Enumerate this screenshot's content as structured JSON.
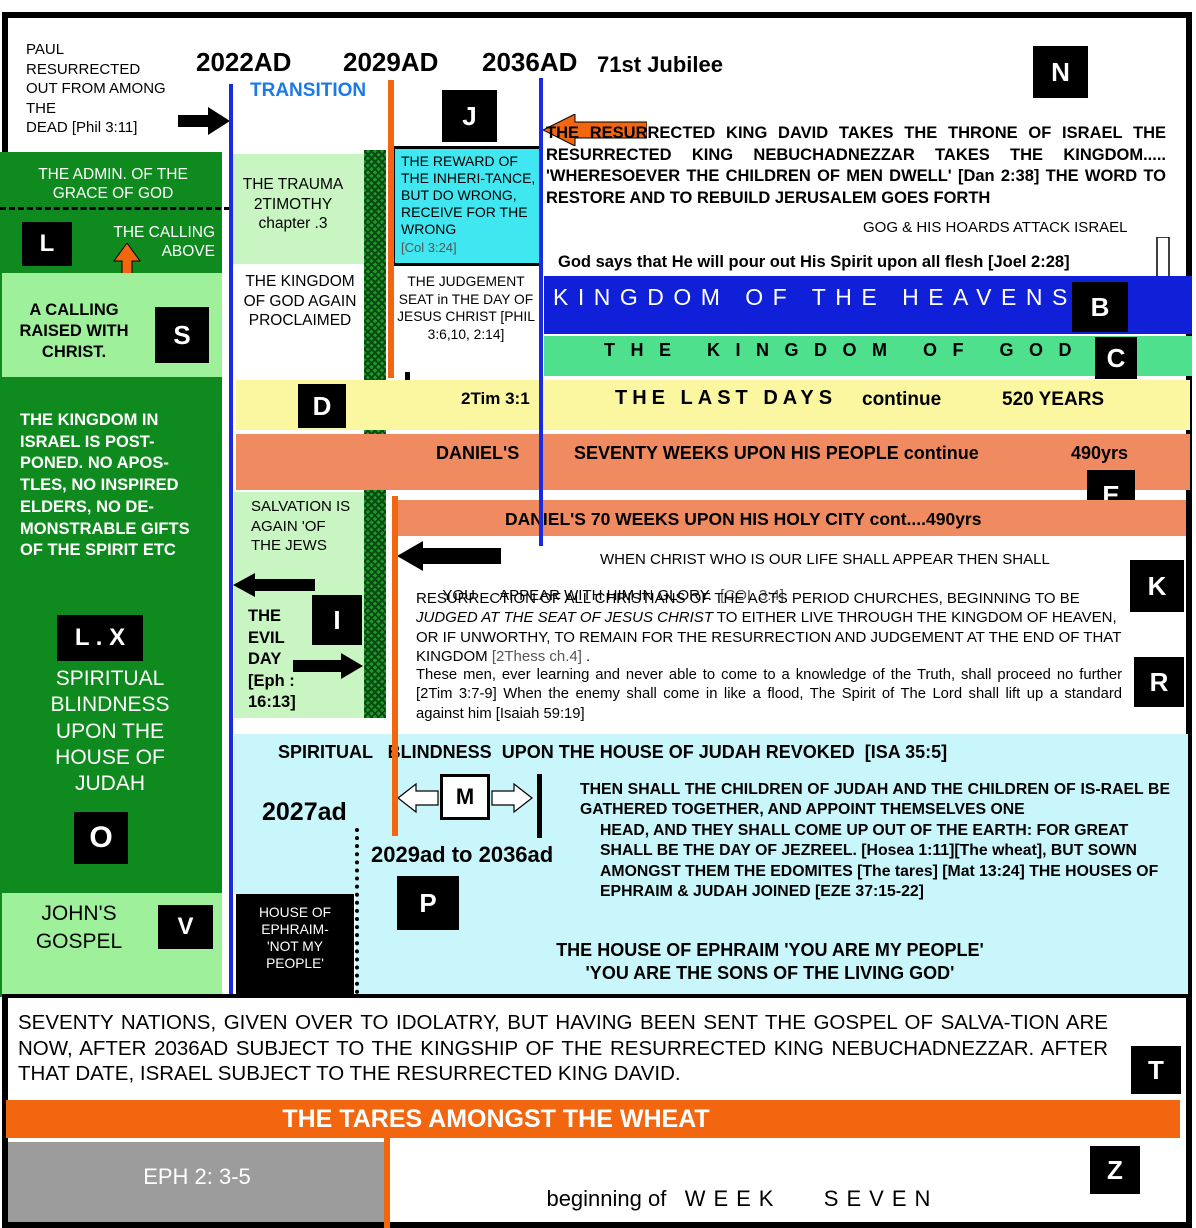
{
  "top": {
    "paul_note": "PAUL\nRESURRECTED\nOUT FROM AMONG\nTHE\nDEAD [Phil 3:11]",
    "year_2022": "2022AD",
    "year_2029": "2029AD",
    "year_2036": "2036AD",
    "jubilee": "71st Jubilee",
    "transition": "TRANSITION",
    "label_n": "N",
    "label_j": "J",
    "throne_text": "THE RESURRECTED KING DAVID TAKES THE THRONE OF ISRAEL   THE RESURRECTED KING  NEBUCHADNEZZAR TAKES THE KINGDOM.....  'WHERESOEVER THE CHILDREN OF MEN DWELL' [Dan 2:38]  THE WORD TO RESTORE AND TO REBUILD JERUSALEM GOES FORTH",
    "gog": "GOG & HIS HOARDS ATTACK ISRAEL",
    "joel": "God says that He will pour out His Spirit upon all flesh [Joel 2:28]"
  },
  "left": {
    "admin_grace": "THE ADMIN. OF THE GRACE OF GOD",
    "label_l": "L",
    "calling_above": "THE CALLING ABOVE",
    "calling_raised": "A CALLING RAISED WITH CHRIST.",
    "label_s": "S",
    "kingdom_postponed": "THE KINGDOM IN ISRAEL IS POST-PONED. NO APOS-TLES, NO INSPIRED ELDERS, NO DE-MONSTRABLE GIFTS OF THE SPIRIT ETC",
    "label_lx": "L . X",
    "spiritual_blindness": "SPIRITUAL BLINDNESS UPON THE HOUSE OF JUDAH",
    "label_o": "O",
    "johns_gospel": "JOHN'S GOSPEL",
    "label_v": "V"
  },
  "middle": {
    "trauma": "THE TRAUMA 2TIMOTHY chapter .3",
    "kingdom_again": "THE KINGDOM OF GOD AGAIN PROCLAIMED",
    "label_d": "D",
    "salvation": "SALVATION IS AGAIN 'OF THE JEWS",
    "evil_day": "THE EVIL DAY [Eph : 16:13]",
    "label_i": "I",
    "reward_main": "THE REWARD OF THE INHERI-TANCE, BUT DO WRONG, RECEIVE FOR THE WRONG",
    "reward_ref": "[Col 3:24]",
    "judgement_seat": "THE JUDGEMENT SEAT in THE DAY OF JESUS CHRIST [PHIL 3:6,10, 2:14]",
    "house_ephraim": "HOUSE OF EPHRAIM-'NOT MY PEOPLE'"
  },
  "bands": {
    "kingdom_heavens": "KINGDOM OF THE HEAVENS",
    "label_b": "B",
    "kingdom_god": "THE KINGDOM OF GOD",
    "label_c": "C",
    "last_days_ref": "2Tim 3:1",
    "last_days": "THE LAST DAYS",
    "last_days_continue": "continue",
    "last_days_years": "520 YEARS",
    "daniels": "DANIEL'S",
    "seventy_weeks_people": "SEVENTY WEEKS UPON HIS PEOPLE continue",
    "years_490": "490yrs",
    "label_e": "E",
    "seventy_weeks_city": "DANIEL'S 70 WEEKS UPON HIS HOLY CITY cont....490yrs"
  },
  "judgement": {
    "line1": "WHEN CHRIST WHO IS OUR LIFE SHALL APPEAR THEN SHALL",
    "line2a": "YOU",
    "line2b": "APPEAR WITH HIM IN GLORY.",
    "line2ref": "[COL 3:4]",
    "p2a": "RESURRECTION OF ALL CHRISTIANS OF THE ACTS  PERIOD CHURCHES, BEGINNING TO BE ",
    "p2b": "JUDGED  AT THE SEAT OF JESUS CHRIST",
    "p2c": " TO EITHER LIVE THROUGH THE KINGDOM OF HEAVEN, OR IF UNWORTHY, TO REMAIN FOR THE RESURRECTION AND JUDGEMENT AT THE END OF THAT KINGDOM ",
    "p2ref": "[2Thess ch.4]",
    "p2end": " .",
    "p3a": "These men, ever learning and never able to come to a knowledge of the Truth, shall proceed no further [2Tim 3:7-9]  When the enemy shall come in like a flood, The Spirit of The Lord shall lift up a standard against him  [Isaiah 59:19]",
    "label_k": "K",
    "label_r": "R"
  },
  "cyan": {
    "blindness_revoked": "SPIRITUAL   BLINDNESS  UPON THE HOUSE OF JUDAH REVOKED  [ISA 35:5]",
    "year_2027": "2027ad",
    "label_m": "M",
    "range_2029_2036": "2029ad to 2036ad",
    "label_p": "P",
    "hosea_1": "THEN SHALL THE CHILDREN OF JUDAH AND THE CHILDREN OF IS-RAEL BE GATHERED TOGETHER, AND APPOINT THEMSELVES ONE",
    "hosea_2": "HEAD, AND THEY SHALL COME UP OUT OF THE EARTH: FOR GREAT SHALL BE THE DAY OF JEZREEL. [Hosea 1:11][The wheat], BUT SOWN AMONGST THEM THE EDOMITES [The tares] [Mat 13:24] THE HOUSES OF EPHRAIM & JUDAH JOINED  [EZE 37:15-22]",
    "ephraim_people_1": "THE HOUSE OF EPHRAIM  'YOU ARE MY PEOPLE'",
    "ephraim_people_2": "'YOU ARE THE SONS OF THE LIVING GOD'"
  },
  "bottom": {
    "seventy_nations": "SEVENTY NATIONS, GIVEN OVER TO IDOLATRY,  BUT HAVING BEEN SENT THE GOSPEL OF SALVA-TION ARE NOW, AFTER 2036AD SUBJECT TO THE KINGSHIP OF THE  RESURRECTED KING NEBUCHADNEZZAR.  AFTER THAT DATE, ISRAEL SUBJECT TO THE RESURRECTED KING DAVID.",
    "label_t": "T",
    "tares": "THE TARES AMONGST THE WHEAT",
    "eph": "EPH  2: 3-5",
    "week_seven_prefix": "beginning of",
    "week_seven": "WEEK   SEVEN",
    "label_z": "Z"
  },
  "colors": {
    "green": "#0f8a1e",
    "light_green": "#9ef09a",
    "pale_green": "#c9f5c2",
    "blue": "#1020d8",
    "mint": "#4fe08e",
    "yellow": "#fbf7a0",
    "salmon": "#f08a60",
    "orange": "#f2660f",
    "cyan": "#c8f6fb",
    "gray": "#9c9c9c"
  }
}
